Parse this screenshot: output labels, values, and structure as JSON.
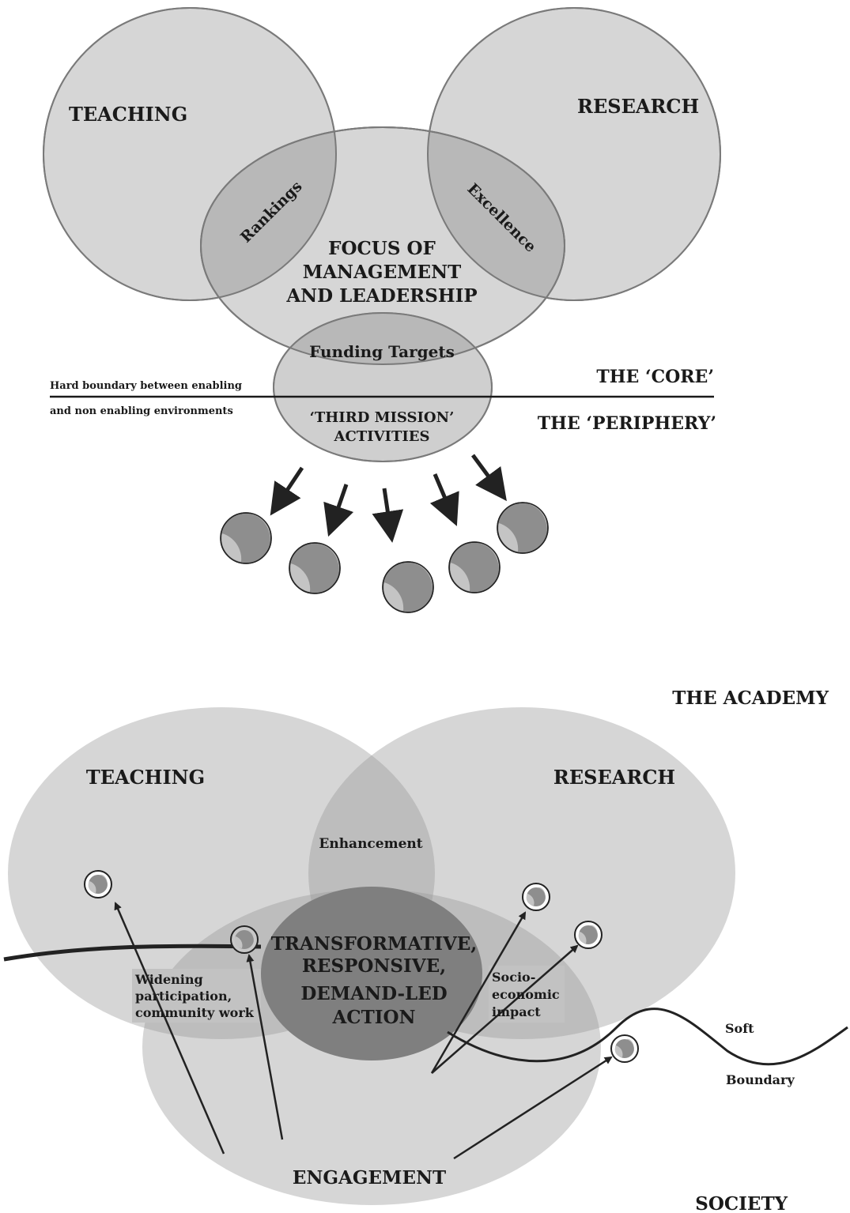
{
  "top": {
    "teaching": "TEACHING",
    "research": "RESEARCH",
    "rankings": "Rankings",
    "excellence": "Excellence",
    "focus_line1": "FOCUS OF",
    "focus_line2": "MANAGEMENT",
    "focus_line3": "AND LEADERSHIP",
    "funding_targets": "Funding Targets",
    "third_mission_line1": "‘THIRD MISSION’",
    "third_mission_line2": "ACTIVITIES",
    "boundary_line1": "Hard boundary between enabling",
    "boundary_line2": "and non enabling environments",
    "core": "THE ‘CORE’",
    "periphery": "THE ‘PERIPHERY’"
  },
  "bottom": {
    "academy": "THE ACADEMY",
    "teaching": "TEACHING",
    "research": "RESEARCH",
    "enhancement": "Enhancement",
    "center_line1": "TRANSFORMATIVE,",
    "center_line2": "RESPONSIVE,",
    "center_line3": "DEMAND-LED",
    "center_line4": "ACTION",
    "widening_line1": "Widening",
    "widening_line2": "participation,",
    "widening_line3": "community work",
    "socio_line1": "Socio-",
    "socio_line2": "economic",
    "socio_line3": "impact",
    "soft": "Soft",
    "boundary": "Boundary",
    "engagement": "ENGAGEMENT",
    "society": "SOCIETY"
  },
  "colors": {
    "circle_fill": "#d6d6d6",
    "circle_stroke": "#7a7a7a",
    "overlap_fill": "#b8b8b8",
    "ball_fill": "#8e8e8e",
    "ball_highlight": "#c4c4c4",
    "center_fill": "#7f7f7f",
    "text_box_fill": "#c2c2c2",
    "line": "#222222"
  },
  "icons": {
    "arrow": "arrow-icon",
    "ball": "ball-icon"
  }
}
